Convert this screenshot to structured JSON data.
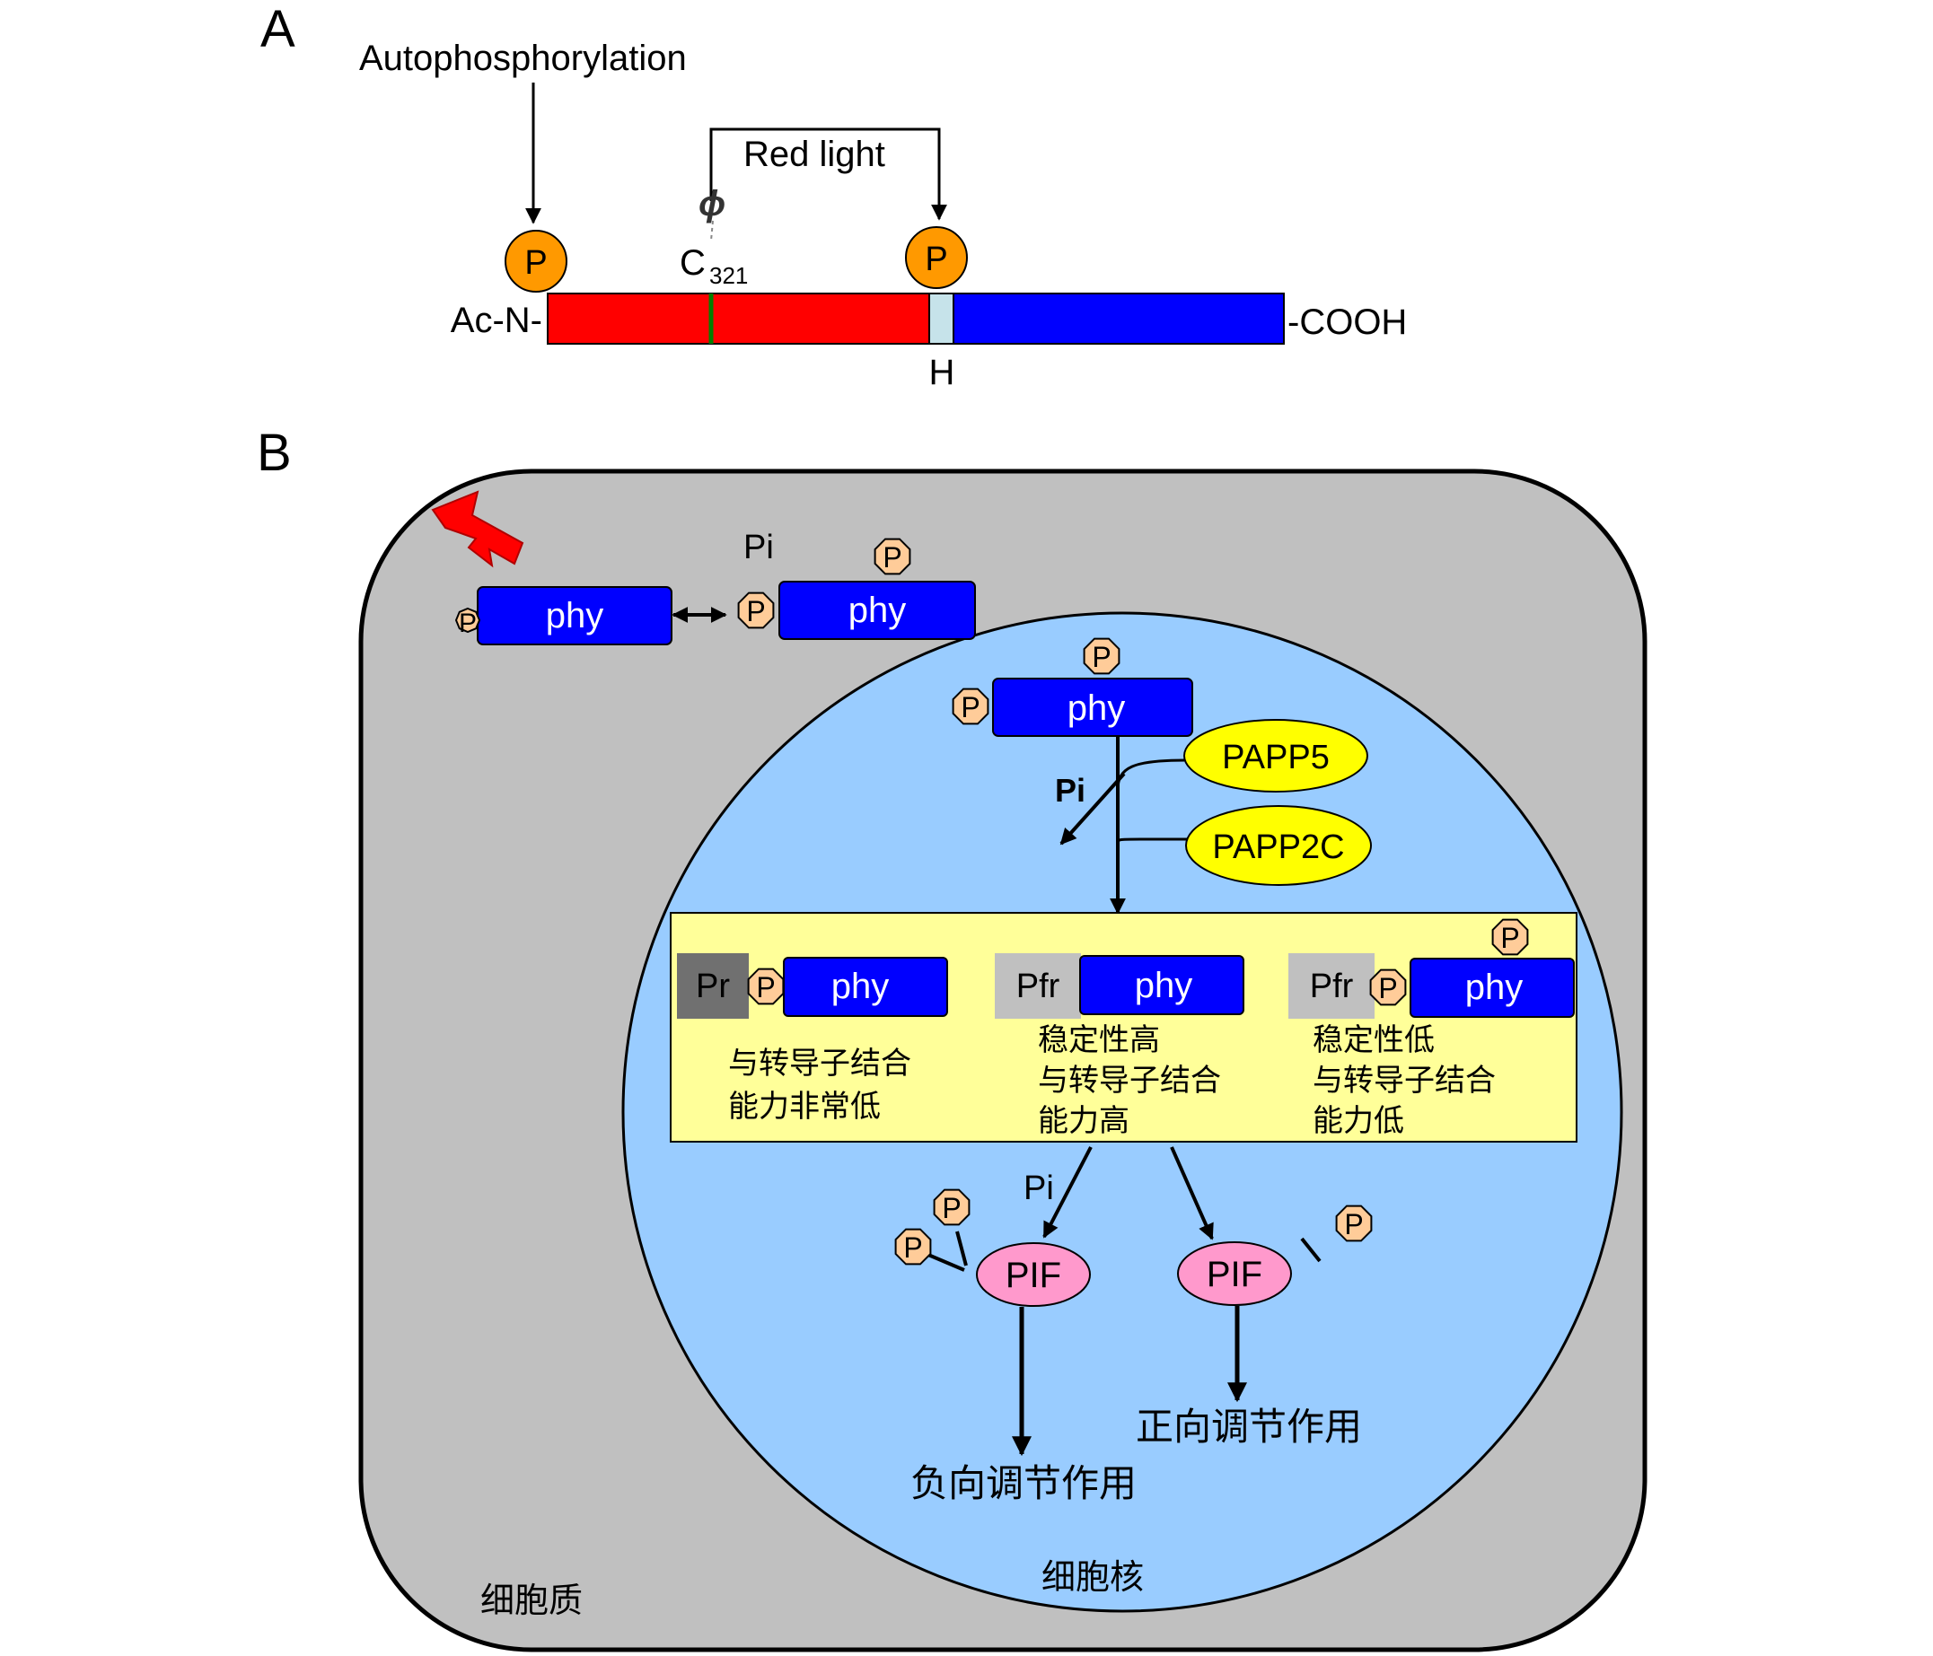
{
  "panel_a": {
    "label": "A",
    "autophosphorylation": "Autophosphorylation",
    "red_light": "Red light",
    "phi": "ϕ",
    "cys_letter": "C",
    "cys_number": "321",
    "n_terminus": "Ac-N-",
    "c_terminus": "-COOH",
    "hinge": "H",
    "p": "P",
    "colors": {
      "n_domain": "#ff0000",
      "c_domain": "#0000ff",
      "hinge": "#c6e3ea",
      "cys_mark": "#008000",
      "phospho": "#ff9900"
    }
  },
  "panel_b": {
    "label": "B",
    "phy": "phy",
    "p": "P",
    "pi": "Pi",
    "papp5": "PAPP5",
    "papp2c": "PAPP2C",
    "states": [
      {
        "form": "Pr",
        "lines": [
          "与转导子结合",
          "能力非常低"
        ]
      },
      {
        "form": "Pfr",
        "lines": [
          "稳定性高",
          "与转导子结合",
          "能力高"
        ]
      },
      {
        "form": "Pfr",
        "lines": [
          "稳定性低",
          "与转导子结合",
          "能力低"
        ]
      }
    ],
    "pif": "PIF",
    "negative_regulation": "负向调节作用",
    "positive_regulation": "正向调节作用",
    "cytoplasm": "细胞质",
    "nucleus": "细胞核",
    "colors": {
      "cytoplasm": "#c0c0c0",
      "nucleus": "#99ccff",
      "phy": "#0000ff",
      "panel": "#ffff99",
      "pif": "#ff99cc",
      "papp": "#ffff00",
      "phospho_small": "#ffcc99",
      "lightning": "#ff0000"
    }
  }
}
